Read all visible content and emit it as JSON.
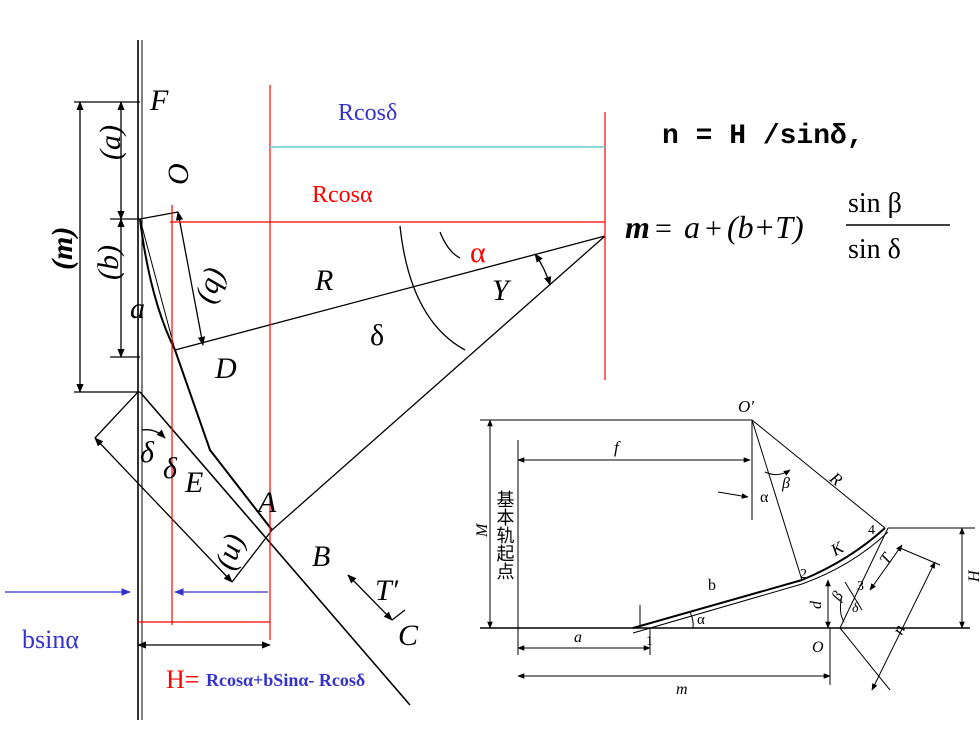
{
  "colors": {
    "line": "#000000",
    "red": "#ff0000",
    "blue": "#3333cc",
    "teal": "#66cccc"
  },
  "left_diagram": {
    "labels": {
      "F": "F",
      "O": "O",
      "a_paren": "(a)",
      "b_paren": "(b)",
      "m_paren": "(m)",
      "a_small": "a",
      "b_rot": "(b)",
      "D": "D",
      "E": "E",
      "A": "A",
      "B": "B",
      "C": "C",
      "R": "R",
      "delta": "δ",
      "alpha": "α",
      "gamma": "Y",
      "delta_left1": "δ",
      "delta_left2": "δ",
      "n_rot": "(n)",
      "T_prime": "T′",
      "r_cos_delta": "Rcosδ",
      "r_cos_alpha": "Rcosα",
      "b_sin_alpha": "bsinα",
      "h_prefix": "H=",
      "h_formula": "Rcosα+bSinα- Rcosδ"
    }
  },
  "formulas": {
    "n_formula": "n = H /sinδ,",
    "m_lhs": "m",
    "m_eq": "=",
    "m_a": "a",
    "m_plus1": "+",
    "m_paren": "(b+T)",
    "m_num": "sin β",
    "m_den": "sin δ"
  },
  "right_diagram": {
    "labels": {
      "O_prime": "O'",
      "f": "f",
      "R": "R",
      "beta_top": "β",
      "alpha_mid": "α",
      "M": "M",
      "chinese_vertical": "基本轨起点",
      "b": "b",
      "K": "K",
      "T": "T",
      "n": "n",
      "H": "H",
      "d": "d",
      "beta_bottom": "β",
      "delta": "δ",
      "alpha_bottom": "α",
      "pt1": "1",
      "pt2": "2",
      "pt3": "3",
      "pt4": "4",
      "O": "O",
      "a": "a",
      "m": "m"
    }
  }
}
